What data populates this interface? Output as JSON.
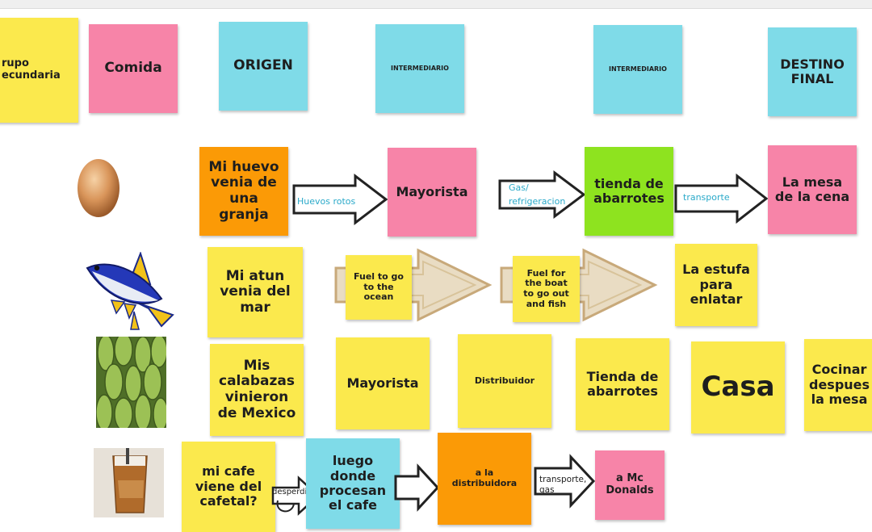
{
  "headers": {
    "grupo": "rupo\necundaria",
    "comida": "Comida",
    "origen": "ORIGEN",
    "intermediario1": "INTERMEDIARIO",
    "intermediario2": "INTERMEDIARIO",
    "destino": "DESTINO\nFINAL"
  },
  "row_huevo": {
    "origin": "Mi huevo\nvenia de\nuna\ngranja",
    "arrow1": "Huevos rotos",
    "mid1": "Mayorista",
    "arrow2": "Gas/\nrefrigeracion",
    "mid2": "tienda de\nabarrotes",
    "arrow3": "transporte",
    "destino": "La mesa\nde la cena"
  },
  "row_atun": {
    "origin": "Mi atun\nvenia del\nmar",
    "fuel1": "Fuel to go\nto the\nocean",
    "fuel2": "Fuel for\nthe boat\nto go out\nand fish",
    "destino": "La estufa\npara\nenlatar"
  },
  "row_calabaza": {
    "origin": "Mis\ncalabazas\nvinieron\nde Mexico",
    "mid1": "Mayorista",
    "mid2": "Distribuidor",
    "mid3": "Tienda de\nabarrotes",
    "mid4": "Casa",
    "destino": "Cocinar\ndespues\nla mesa"
  },
  "row_cafe": {
    "origin": "mi cafe\nviene del\ncafetal?",
    "arrow1": "desperdicio",
    "mid1": "luego\ndonde\nprocesan\nel cafe",
    "mid2": "a la\ndistribuidora",
    "arrow3": "transporte,\ngas",
    "destino": "a Mc\nDonalds"
  },
  "colors": {
    "yellow": "#fbe94d",
    "pink": "#f784a8",
    "cyan": "#7fdbe8",
    "orange": "#fb9a06",
    "green": "#8ee31f"
  },
  "icons": [
    "egg-image",
    "tuna-fish-image",
    "cucumbers-image",
    "iced-coffee-image",
    "outline-arrow-icon",
    "gold-arrow-icon"
  ]
}
